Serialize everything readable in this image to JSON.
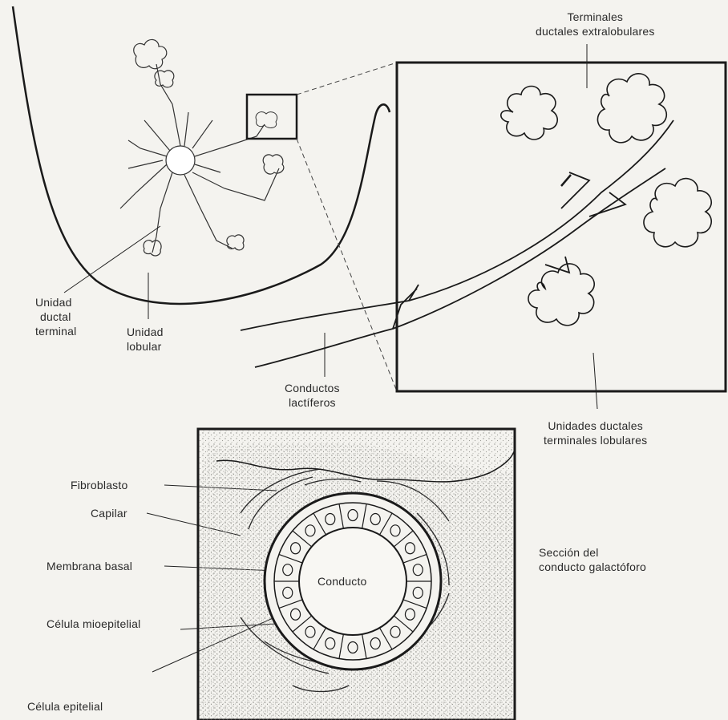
{
  "labels": {
    "terminales_extralobulares": [
      "Terminales",
      "ductales extralobulares"
    ],
    "unidad_ductal_terminal": [
      "Unidad",
      "ductal",
      "terminal"
    ],
    "unidad_lobular": [
      "Unidad",
      "lobular"
    ],
    "conductos_lactiferos": [
      "Conductos",
      "lactíferos"
    ],
    "unidades_ductales_lobulares": [
      "Unidades ductales",
      "terminales lobulares"
    ],
    "fibroblasto": "Fibroblasto",
    "capilar": "Capilar",
    "membrana_basal": "Membrana basal",
    "celula_mioepitelial": "Célula mioepitelial",
    "celula_epitelial": "Célula epitelial",
    "conducto": "Conducto",
    "seccion": [
      "Sección del",
      "conducto galactóforo"
    ]
  },
  "colors": {
    "ink": "#1a1a1a",
    "paper": "#f4f3ef",
    "stipple": "#9a9a94"
  }
}
